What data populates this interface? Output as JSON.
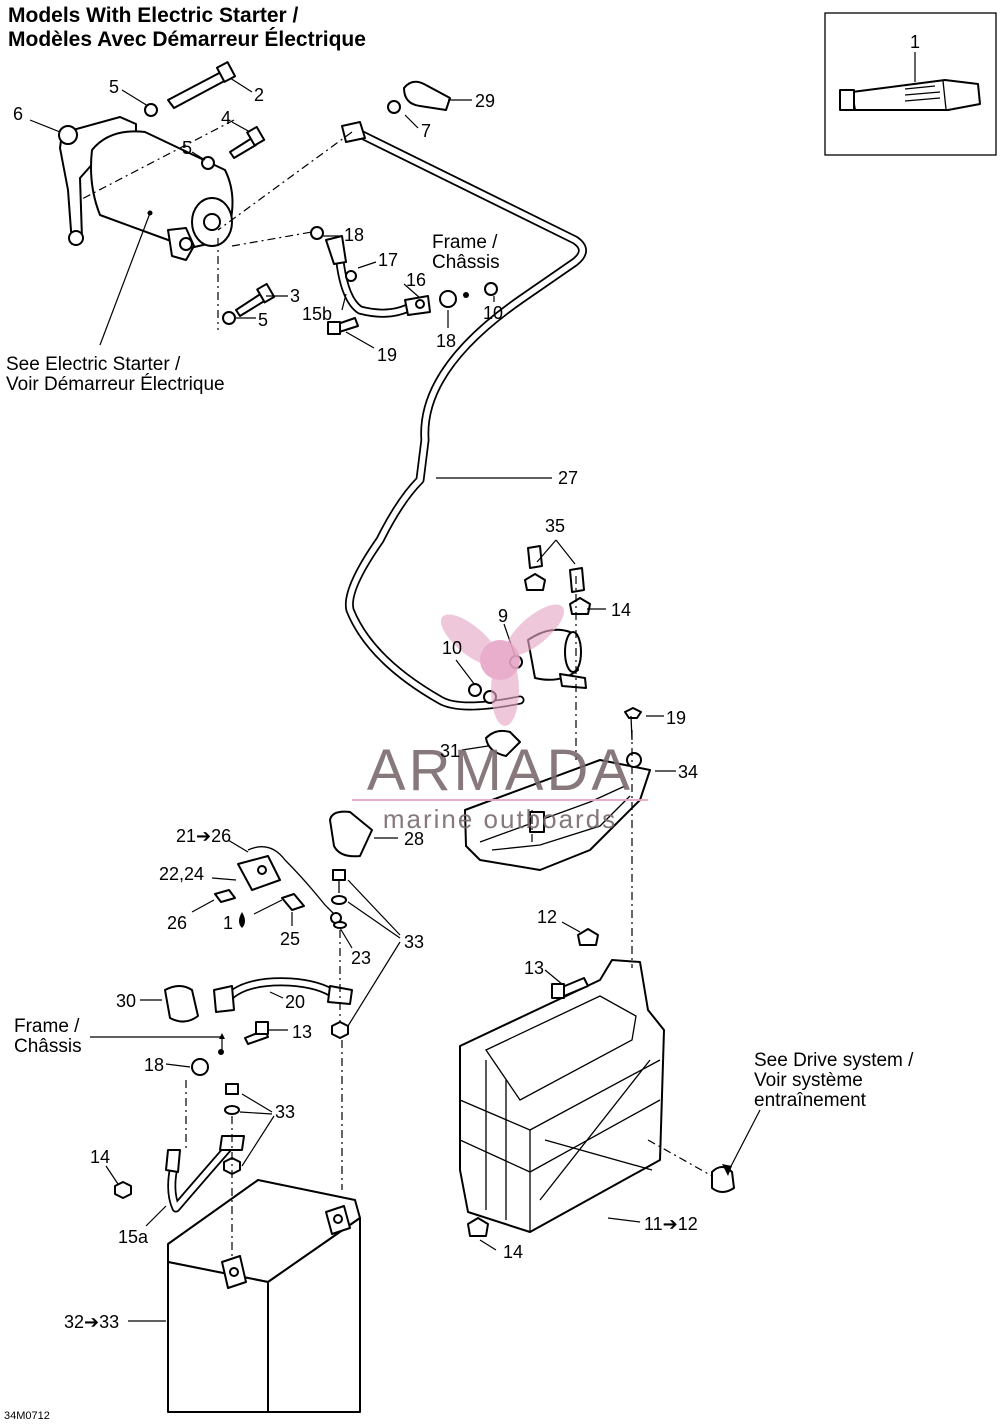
{
  "title": {
    "line1": "Models With Electric Starter /",
    "line2": "Modèles Avec Démarreur Électrique"
  },
  "inset": {
    "callout": "1"
  },
  "callouts": {
    "c2": "2",
    "c3": "3",
    "c4": "4",
    "c5a": "5",
    "c5b": "5",
    "c5c": "5",
    "c6": "6",
    "c7": "7",
    "c29": "29",
    "c18a": "18",
    "c17": "17",
    "c16": "16",
    "c15b": "15b",
    "c10a": "10",
    "c18b": "18",
    "c19a": "19",
    "c27": "27",
    "c35": "35",
    "c14a": "14",
    "c9": "9",
    "c10b": "10",
    "c19b": "19",
    "c31": "31",
    "c34": "34",
    "c28": "28",
    "c21": "21➔26",
    "c22": "22,24",
    "c26": "26",
    "c1": "1",
    "c25": "25",
    "c23": "23",
    "c33a": "33",
    "c12": "12",
    "c13a": "13",
    "c30": "30",
    "c20": "20",
    "c13b": "13",
    "c18c": "18",
    "c33b": "33",
    "c14b": "14",
    "c15a": "15a",
    "c14c": "14",
    "c11": "11➔12",
    "c32": "32➔33"
  },
  "notes": {
    "frame_top_1": "Frame /",
    "frame_top_2": "Châssis",
    "starter_1": "See Electric Starter /",
    "starter_2": "Voir Démarreur Électrique",
    "frame_left_1": "Frame /",
    "frame_left_2": "Châssis",
    "drive_1": "See Drive system /",
    "drive_2": "Voir système",
    "drive_3": "entraînement"
  },
  "watermark": {
    "brand": "ARMADA",
    "tagline": "marine outboards",
    "color": "#e7a6c6"
  },
  "drawing_code": "34M0712"
}
